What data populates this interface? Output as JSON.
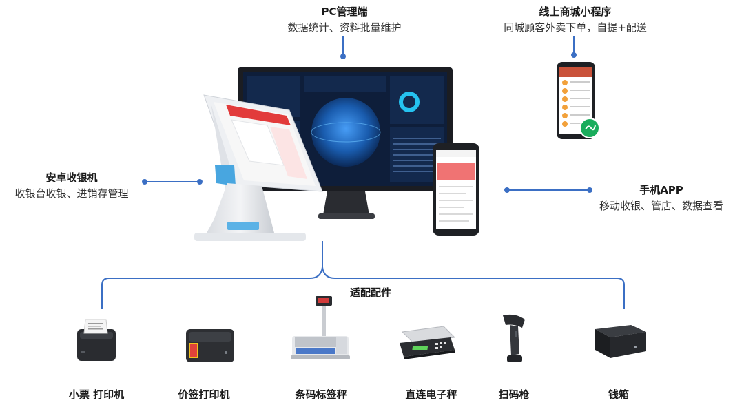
{
  "nodes": {
    "pc": {
      "title": "PC管理端",
      "desc": "数据统计、资料批量维护"
    },
    "mini": {
      "title": "线上商城小程序",
      "desc": "同城顾客外卖下单，自提+配送"
    },
    "android": {
      "title": "安卓收银机",
      "desc": "收银台收银、进销存管理"
    },
    "app": {
      "title": "手机APP",
      "desc": "移动收银、管店、数据查看"
    }
  },
  "accessories": {
    "title": "适配配件",
    "items": [
      {
        "label": "小票 打印机",
        "icon": "receipt-printer-icon"
      },
      {
        "label": "价签打印机",
        "icon": "label-printer-icon"
      },
      {
        "label": "条码标签秤",
        "icon": "barcode-scale-icon"
      },
      {
        "label": "直连电子秤",
        "icon": "electronic-scale-icon"
      },
      {
        "label": "扫码枪",
        "icon": "barcode-scanner-icon"
      },
      {
        "label": "钱箱",
        "icon": "cash-drawer-icon"
      }
    ]
  },
  "colors": {
    "accent": "#3b6fc4",
    "dashboard_bg": "#0e1e3a",
    "pos_red": "#e23b3b"
  }
}
